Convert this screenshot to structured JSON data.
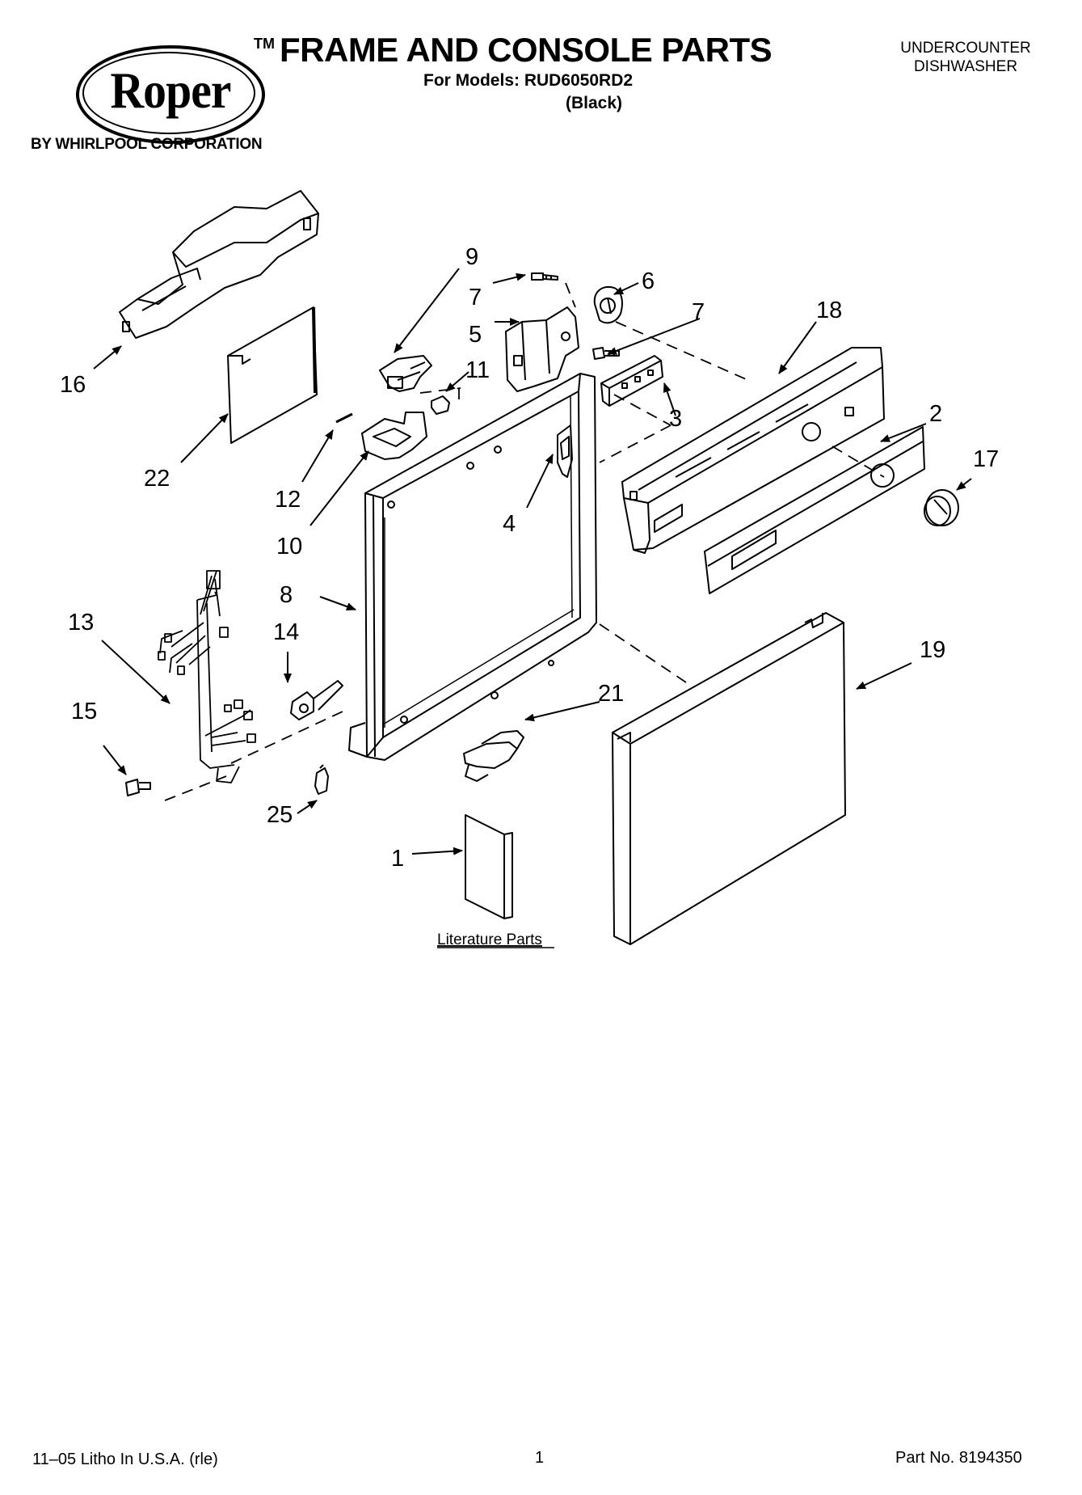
{
  "header": {
    "brand": "Roper",
    "trademark": "TM",
    "brand_sub": "BY WHIRLPOOL CORPORATION",
    "title": "FRAME AND CONSOLE PARTS",
    "models": "For Models: RUD6050RD2",
    "color": "(Black)",
    "product_line1": "UNDERCOUNTER",
    "product_line2": "DISHWASHER"
  },
  "diagram": {
    "callouts": [
      "1",
      "2",
      "3",
      "4",
      "5",
      "6",
      "7",
      "7",
      "8",
      "9",
      "10",
      "11",
      "12",
      "13",
      "14",
      "15",
      "16",
      "17",
      "18",
      "19",
      "21",
      "22",
      "25"
    ],
    "literature_label": "Literature Parts"
  },
  "footer": {
    "litho": "11–05 Litho In U.S.A. (rle)",
    "page": "1",
    "part_no": "Part No. 8194350"
  }
}
